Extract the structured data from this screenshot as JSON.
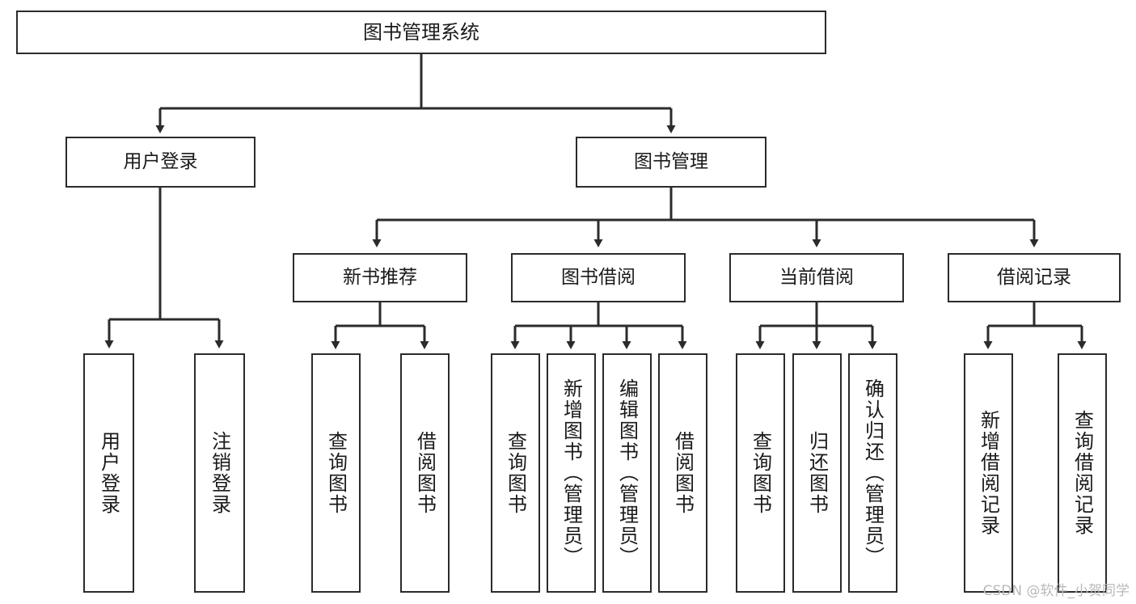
{
  "diagram": {
    "type": "tree-hierarchy",
    "title": "图书管理系统",
    "watermark": "CSDN @软件_小贺同学",
    "colors": {
      "border": "#2b2b2b",
      "background": "#ffffff",
      "text": "#1a1a1a",
      "watermark": "#b9b9b9"
    },
    "nodes": {
      "root": {
        "label": "图书管理系统"
      },
      "level2": [
        {
          "label": "用户登录"
        },
        {
          "label": "图书管理"
        }
      ],
      "level3": [
        {
          "label": "新书推荐"
        },
        {
          "label": "图书借阅"
        },
        {
          "label": "当前借阅"
        },
        {
          "label": "借阅记录"
        }
      ],
      "leaves": {
        "user_login": [
          {
            "label": "用户登录"
          },
          {
            "label": "注销登录"
          }
        ],
        "new_book_recommend": [
          {
            "label": "查询图书"
          },
          {
            "label": "借阅图书"
          }
        ],
        "book_borrow": [
          {
            "label": "查询图书"
          },
          {
            "label": "新增图书（管理员）"
          },
          {
            "label": "编辑图书（管理员）"
          },
          {
            "label": "借阅图书"
          }
        ],
        "current_borrow": [
          {
            "label": "查询图书"
          },
          {
            "label": "归还图书"
          },
          {
            "label": "确认归还（管理员）"
          }
        ],
        "borrow_record": [
          {
            "label": "新增借阅记录"
          },
          {
            "label": "查询借阅记录"
          }
        ]
      }
    }
  }
}
